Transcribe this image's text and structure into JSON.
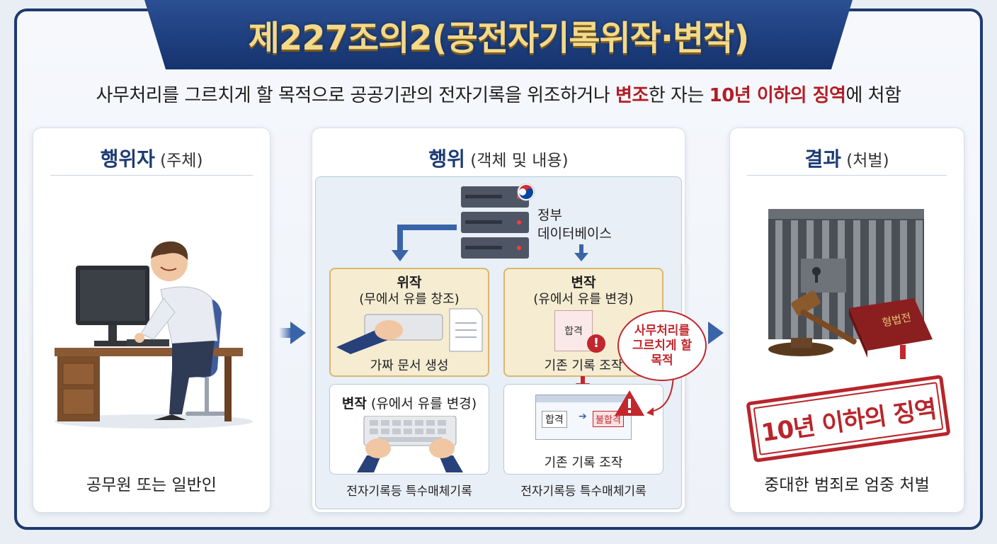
{
  "header": {
    "title": "제227조의2(공전자기록위작·변작)"
  },
  "summary": {
    "part1": "사무처리를 그르치게 할 목적으로 공공기관의 전자기록을 위조하거나 ",
    "highlight1": "변조",
    "part2": "한 자는 ",
    "highlight2": "10년 이하의 징역",
    "part3": "에 처함"
  },
  "panels": {
    "actor": {
      "title_bold": "행위자",
      "title_rest": " (주체)",
      "caption": "공무원 또는 일반인"
    },
    "act": {
      "title_bold": "행위",
      "title_rest": " (객체 및 내용)",
      "database_label_line1": "정부",
      "database_label_line2": "데이터베이스",
      "forgery": {
        "title": "위작",
        "subtitle": "(무에서 유를 창조)",
        "label": "가짜 문서 생성"
      },
      "alteration": {
        "title": "변작",
        "subtitle": "(유에서 유를 변경)",
        "doc_text": "합격",
        "label": "기존 기록 조작"
      },
      "alteration2": {
        "title_bold": "변작",
        "title_rest": " (유에서 유를 변경)",
        "label": "전자기록등 특수매체기록"
      },
      "manipulation": {
        "before": "합격",
        "after": "불합격",
        "label": "기존 기록 조작",
        "footer": "전자기록등 특수매체기록"
      },
      "purpose_bubble": "사무처리를\n그르치게 할\n목적"
    },
    "result": {
      "title_bold": "결과",
      "title_rest": " (처벌)",
      "book_text": "형법전",
      "stamp": "10년 이하의 징역",
      "caption": "중대한 범죄로 엄중 처벌"
    }
  },
  "colors": {
    "navy": "#1e3a6e",
    "gold": "#f3d98a",
    "red": "#b21e25",
    "beige": "#f5ecd2"
  }
}
